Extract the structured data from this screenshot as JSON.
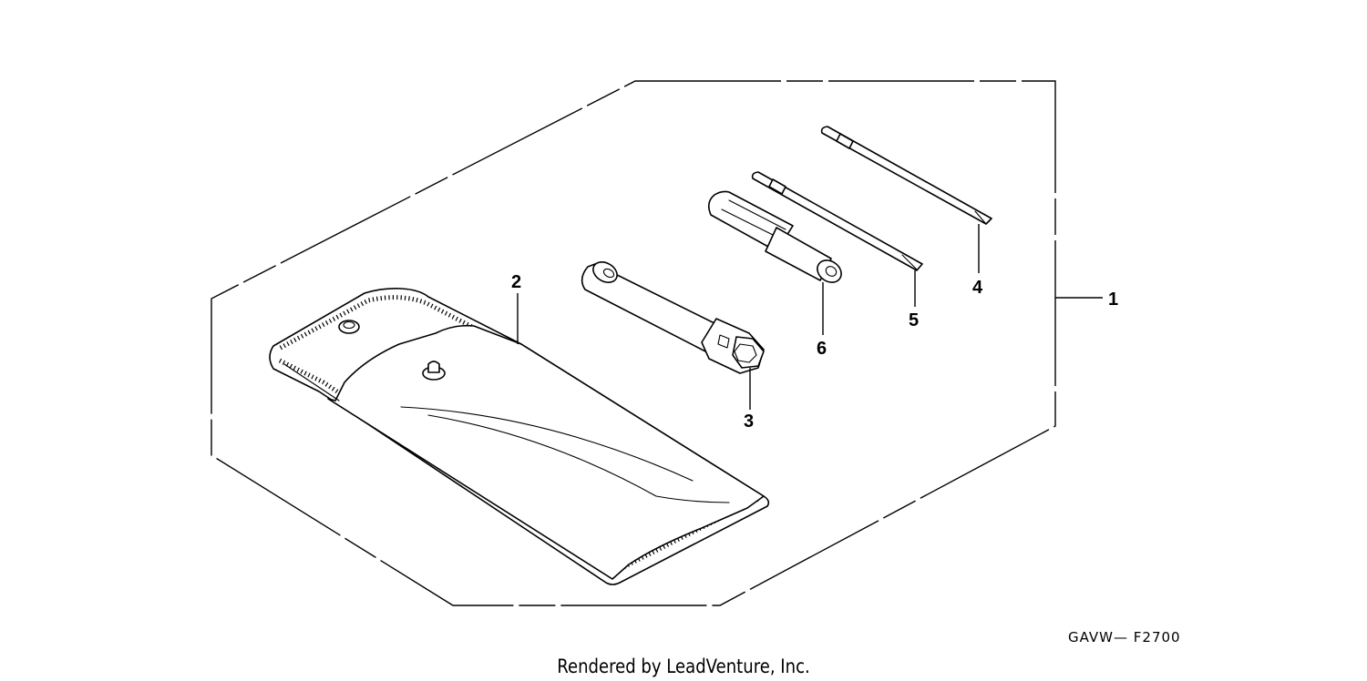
{
  "callouts": {
    "tool_set": "1",
    "tool_bag": "2",
    "spark_plug_wrench": "3",
    "screwdriver_tip_a": "4",
    "screwdriver_tip_b": "5",
    "screwdriver_handle": "6"
  },
  "diagram_code": "GAVW— F2700",
  "credit": "Rendered by LeadVenture, Inc."
}
